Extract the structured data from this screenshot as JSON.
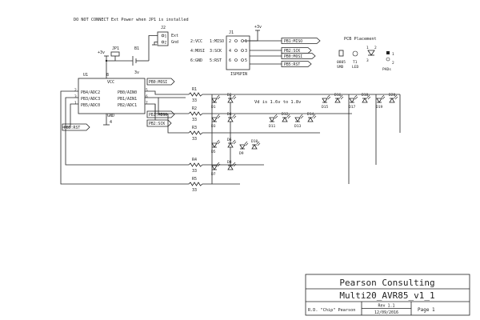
{
  "notes": {
    "warning": "DO NOT CONNECT Ext Power when JP1 is installed",
    "vd": "Vd is 1.6v to 1.8v"
  },
  "power": {
    "vcc_symbol": "+3v",
    "b1_ref": "B1",
    "b1_value": "3v",
    "jp1_ref": "JP1",
    "j2_ref": "J2",
    "j2_pin1": "Ext",
    "j2_pin2": "Gnd",
    "j2_pin1_num": "1",
    "j2_pin2_num": "2"
  },
  "isp": {
    "ref": "J1",
    "caption": "ISP6PIN",
    "vcc_symbol": "+3v",
    "left_labels": [
      "2:VCC",
      "4:MOSI",
      "6:GND"
    ],
    "right_labels": [
      "1:MISO",
      "3:SCK",
      "5:RST"
    ],
    "pin_numbers": [
      "2",
      "1",
      "4",
      "3",
      "6",
      "5"
    ],
    "net_labels": [
      "PB1:MISO",
      "PB2:SCK",
      "PB0:MOSI",
      "PB5:RST"
    ]
  },
  "mcu": {
    "ref": "U1",
    "vcc": "VCC",
    "gnd": "GND",
    "pin_vcc": "8",
    "pin_gnd": "4",
    "left_pins": [
      {
        "num": "2",
        "name": "PB4/ADC2"
      },
      {
        "num": "3",
        "name": "PB3/ADC3"
      },
      {
        "num": "1",
        "name": "PB5/ADC0"
      }
    ],
    "right_pins": [
      {
        "num": "5",
        "name": "PB0/AIN0"
      },
      {
        "num": "6",
        "name": "PB1/AIN1"
      },
      {
        "num": "7",
        "name": "PB2/ADC1"
      }
    ],
    "net_labels": [
      "PB0:MOSI",
      "PB1:MISO",
      "PB2:SCK",
      "PB5:RST"
    ]
  },
  "resistors": [
    {
      "ref": "R1",
      "value": "33"
    },
    {
      "ref": "R2",
      "value": "33"
    },
    {
      "ref": "R3",
      "value": "33"
    },
    {
      "ref": "R4",
      "value": "33"
    },
    {
      "ref": "R5",
      "value": "33"
    }
  ],
  "leds": [
    "D1",
    "D2",
    "D3",
    "D4",
    "D5",
    "D6",
    "D7",
    "D8",
    "D9",
    "D10",
    "D11",
    "D12",
    "D13",
    "D14",
    "D15",
    "D16",
    "D17",
    "D18",
    "D19",
    "D20"
  ],
  "placement": {
    "title": "PCB Placement",
    "smd_label": "0805\nSMD",
    "smd_line1": "0805",
    "smd_line2": "SMD",
    "led_line1": "T1",
    "led_line2": "LED",
    "pads_label": "PADs",
    "pad_nums": [
      "1",
      "2"
    ],
    "led_pin_nums": [
      "1",
      "2",
      "3"
    ]
  },
  "title_block": {
    "company": "Pearson Consulting",
    "drawing": "Multi20_AVR85_v1_1",
    "author": "R.D. \"Chip\" Pearson",
    "rev": "Rev 1.1",
    "date": "12/09/2016",
    "page": "Page 1"
  }
}
